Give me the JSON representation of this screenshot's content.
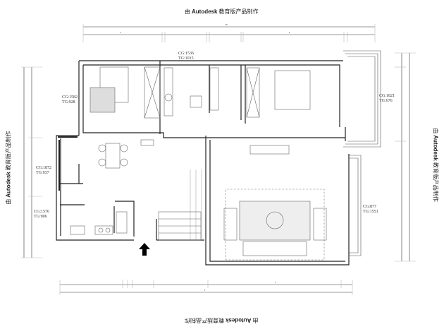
{
  "watermark": {
    "prefix": "由",
    "brand": "Autodesk",
    "suffix": "教育版产品制作"
  },
  "windows": [
    {
      "id": "top-bath",
      "cg": "CG:1536",
      "tg": "TG:1015"
    },
    {
      "id": "master-bedroom",
      "cg": "CG:1582",
      "tg": "TG:928"
    },
    {
      "id": "dining",
      "cg": "CG:1872",
      "tg": "TG:937"
    },
    {
      "id": "kitchen",
      "cg": "CG:1576",
      "tg": "TG:906"
    },
    {
      "id": "bedroom-balcony",
      "cg": "CG:1821",
      "tg": "TG:676"
    },
    {
      "id": "living-balcony",
      "cg": "CG:877",
      "tg": "TG:1551"
    }
  ],
  "icons": {
    "entrance": "entrance-arrow-icon"
  }
}
